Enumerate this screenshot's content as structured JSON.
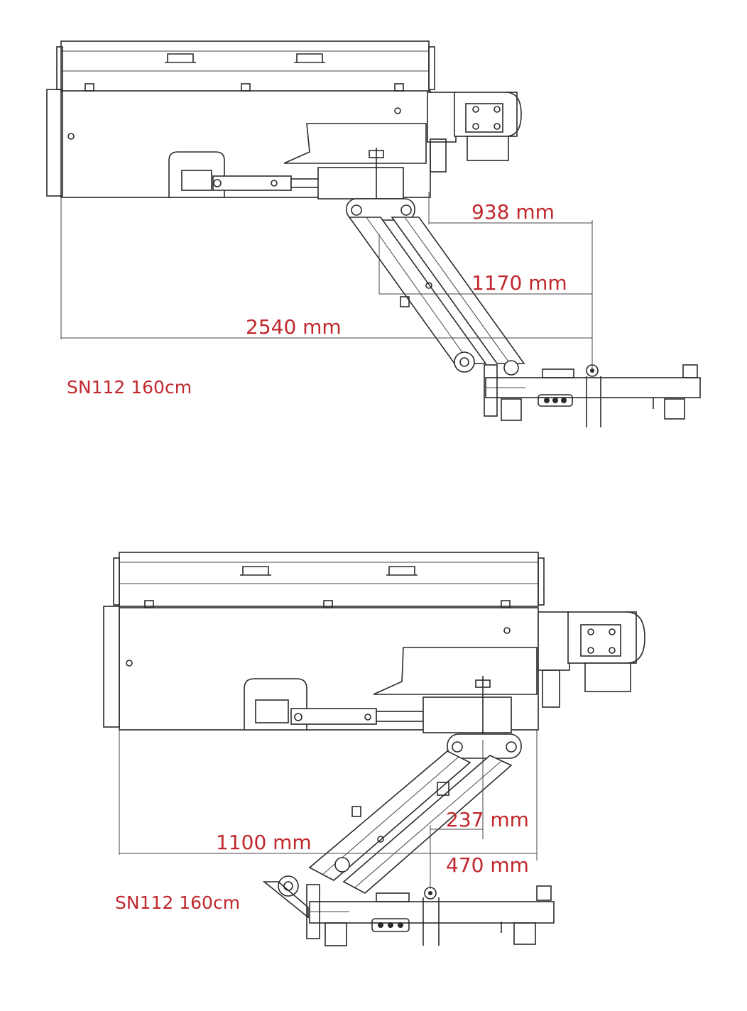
{
  "views": [
    {
      "id": "top",
      "model_label": "SN112 160cm",
      "dimensions": [
        "938 mm",
        "1170 mm",
        "2540 mm"
      ]
    },
    {
      "id": "bottom",
      "model_label": "SN112 160cm",
      "dimensions": [
        "237 mm",
        "1100 mm",
        "470 mm"
      ]
    }
  ],
  "colors": {
    "annotation": "#c0282d",
    "linework": "#2a2a2a"
  }
}
